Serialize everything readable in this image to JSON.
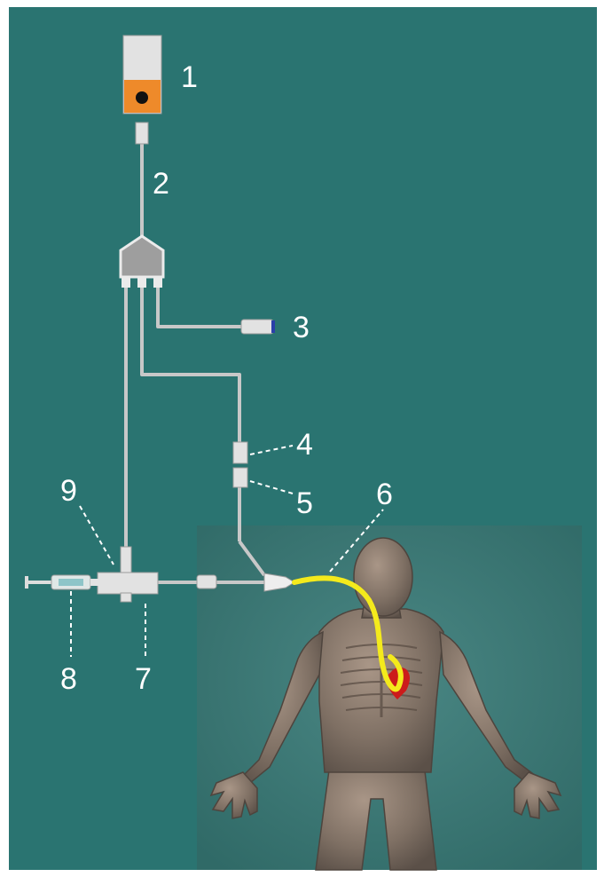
{
  "colors": {
    "background": "#2a7471",
    "frame": "#ffffff",
    "tubing": "#c8c8c8",
    "component": "#e2e2e2",
    "hub": "#9e9e9e",
    "module_accent": "#ee8a2a",
    "catheter": "#f4ea1c",
    "figure_panel": "#3e7774",
    "body": "#8a7b70",
    "heart": "#cc1b1b"
  },
  "labels": [
    {
      "id": "1",
      "text": "1"
    },
    {
      "id": "2",
      "text": "2"
    },
    {
      "id": "3",
      "text": "3"
    },
    {
      "id": "4",
      "text": "4"
    },
    {
      "id": "5",
      "text": "5"
    },
    {
      "id": "6",
      "text": "6"
    },
    {
      "id": "7",
      "text": "7"
    },
    {
      "id": "8",
      "text": "8"
    },
    {
      "id": "9",
      "text": "9"
    }
  ]
}
